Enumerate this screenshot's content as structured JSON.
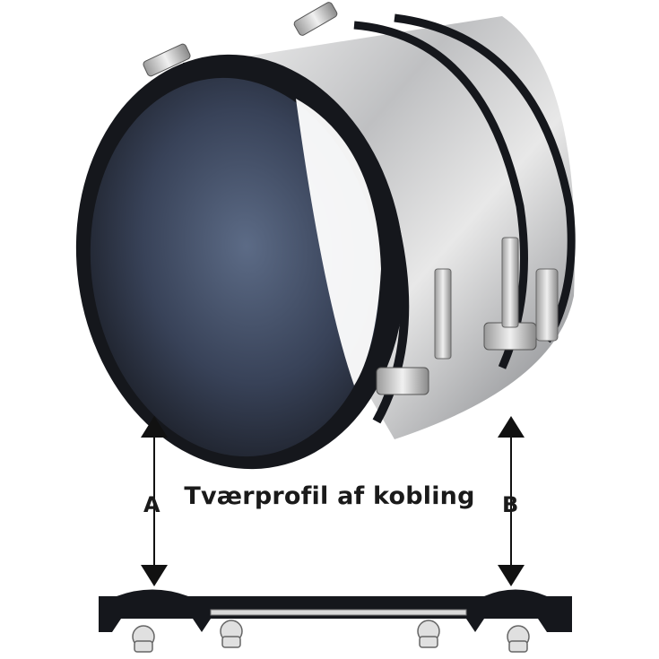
{
  "caption": "Tværprofil af kobling",
  "labels": {
    "a": "A",
    "b": "B"
  },
  "colors": {
    "rubber": "#15171c",
    "rubber_inner": "#3a4458",
    "steel_light": "#e6e6e6",
    "steel_dark": "#8c8c8c",
    "arrow": "#111111"
  },
  "icons": [
    "coupling-photo",
    "arrow-a",
    "arrow-b",
    "cross-section",
    "clamp-icon"
  ]
}
